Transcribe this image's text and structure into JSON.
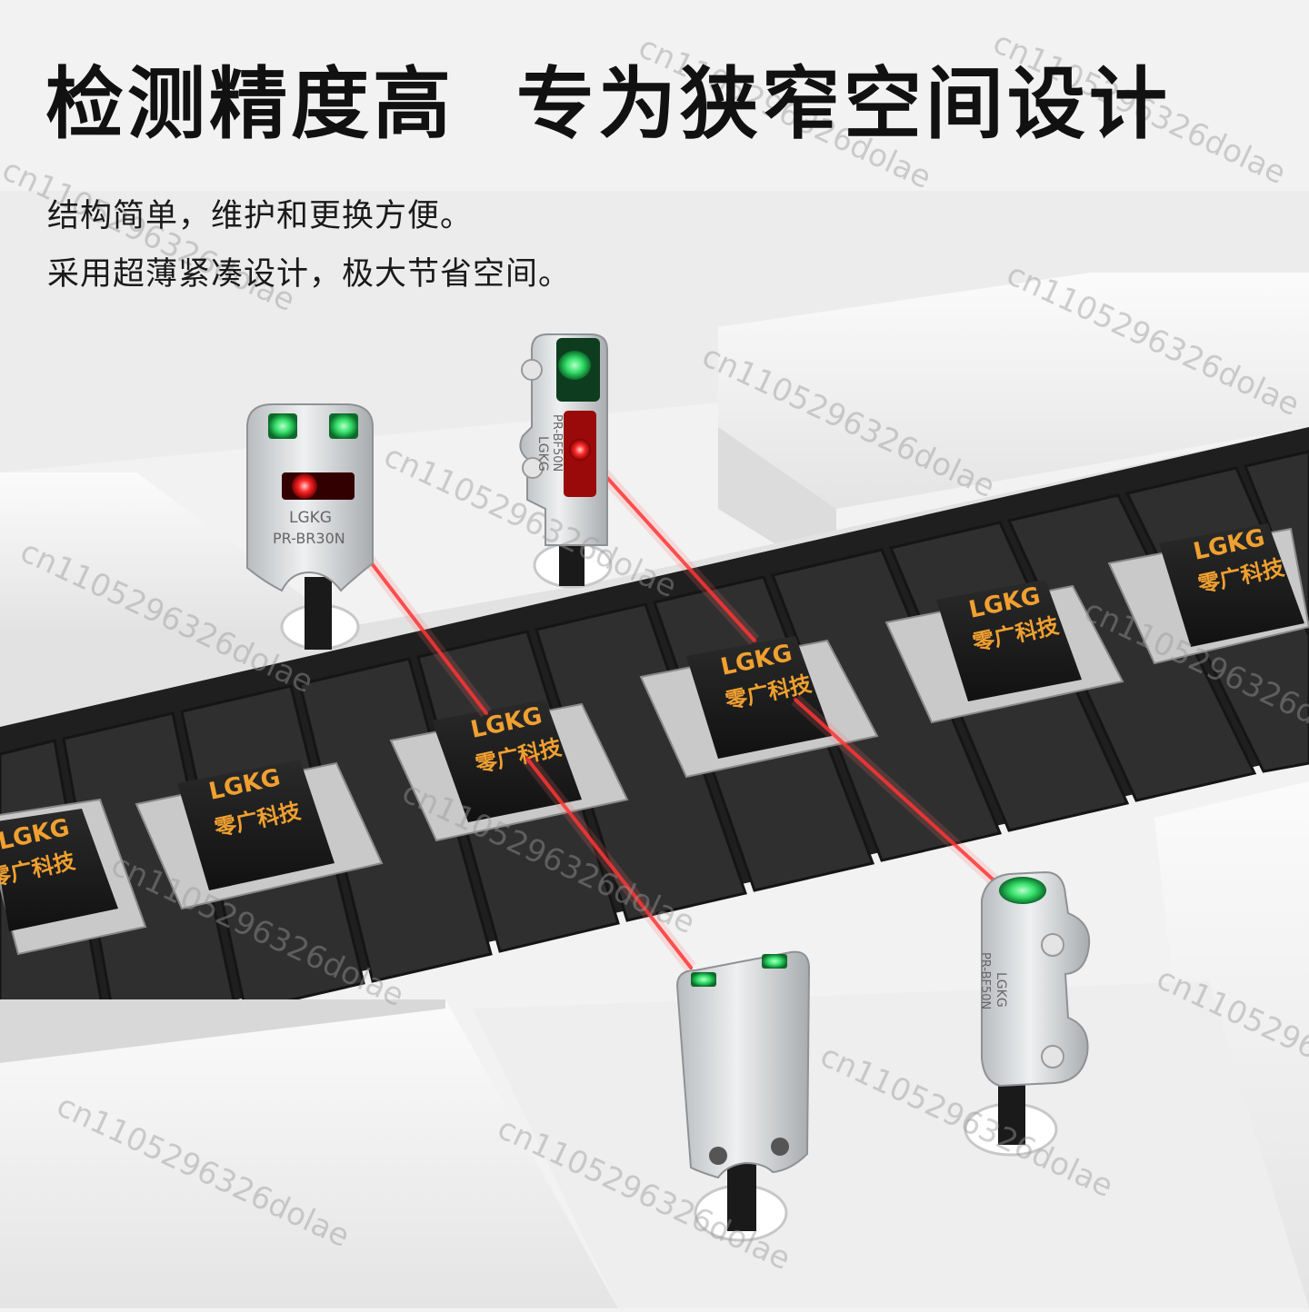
{
  "headline": "检测精度高  专为狭窄空间设计",
  "subtitle_lines": [
    "结构简单，维护和更换方便。",
    "采用超薄紧凑设计，极大节省空间。"
  ],
  "chip": {
    "brand": "LGKG",
    "company": "零广科技"
  },
  "sensors": {
    "brand": "LGKG",
    "model_thin": "PR-BR30N",
    "model_slot": "PR-BF50N"
  },
  "watermark": "cn1105296326dolae",
  "colors": {
    "background": "#f2f2f2",
    "conveyor": "#2b2b2b",
    "chip_text": "#f0a030",
    "laser": "#ff2a2a",
    "indicator_green": "#35e06a",
    "sensor_body": "#d4d6d8"
  }
}
